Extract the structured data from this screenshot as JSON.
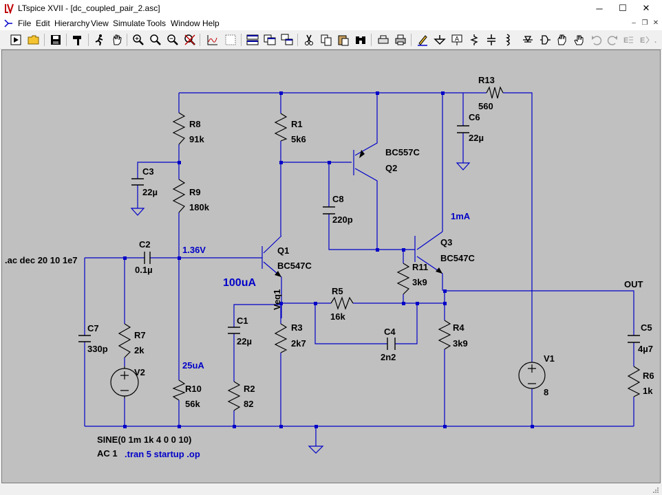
{
  "window": {
    "title": "LTspice XVII - [dc_coupled_pair_2.asc]",
    "minimize": "─",
    "maximize": "☐",
    "close": "✕"
  },
  "menu": {
    "items": [
      "File",
      "Edit",
      "Hierarchy",
      "View",
      "Simulate",
      "Tools",
      "Window",
      "Help"
    ],
    "mdi_minimize": "–",
    "mdi_restore": "❐",
    "mdi_close": "✕"
  },
  "toolbar": {
    "buttons": [
      "open-new-schematic",
      "open-file",
      "save",
      "control-panel",
      "run-simulation",
      "halt",
      "zoom-in",
      "pan",
      "zoom-out",
      "zoom-fit",
      "autorange-waveform",
      "waveform-window",
      "tile-horizontal",
      "tile-vertical",
      "cascade",
      "cut",
      "copy",
      "paste",
      "find",
      "print-setup",
      "print",
      "draw-wire",
      "ground",
      "label-net",
      "resistor",
      "capacitor",
      "inductor",
      "diode",
      "component",
      "move",
      "drag",
      "undo",
      "redo",
      "rotate",
      "mirror",
      "text",
      "spice-directive"
    ]
  },
  "schematic": {
    "colors": {
      "background": "#c0c0c0",
      "wire": "#0000c8",
      "label": "#000000",
      "net_label": "#0000c8"
    },
    "components": {
      "R1": {
        "name": "R1",
        "value": "5k6"
      },
      "R2": {
        "name": "R2",
        "value": "82"
      },
      "R3": {
        "name": "R3",
        "value": "2k7"
      },
      "R4": {
        "name": "R4",
        "value": "3k9"
      },
      "R5": {
        "name": "R5",
        "value": "16k"
      },
      "R6": {
        "name": "R6",
        "value": "1k"
      },
      "R7": {
        "name": "R7",
        "value": "2k"
      },
      "R8": {
        "name": "R8",
        "value": "91k"
      },
      "R9": {
        "name": "R9",
        "value": "180k"
      },
      "R10": {
        "name": "R10",
        "value": "56k"
      },
      "R11": {
        "name": "R11",
        "value": "3k9"
      },
      "R13": {
        "name": "R13",
        "value": "560"
      },
      "C1": {
        "name": "C1",
        "value": "22µ"
      },
      "C2": {
        "name": "C2",
        "value": "0.1µ"
      },
      "C3": {
        "name": "C3",
        "value": "22µ"
      },
      "C4": {
        "name": "C4",
        "value": "2n2"
      },
      "C5": {
        "name": "C5",
        "value": "4µ7"
      },
      "C6": {
        "name": "C6",
        "value": "22µ"
      },
      "C7": {
        "name": "C7",
        "value": "330p"
      },
      "C8": {
        "name": "C8",
        "value": "220p"
      },
      "Q1": {
        "name": "Q1",
        "value": "BC547C"
      },
      "Q2": {
        "name": "Q2",
        "value": "BC557C"
      },
      "Q3": {
        "name": "Q3",
        "value": "BC547C"
      },
      "V1": {
        "name": "V1",
        "value": "8"
      },
      "V2": {
        "name": "V2"
      }
    },
    "net_labels": {
      "veq1": "Veq1",
      "out": "OUT"
    },
    "annotations": {
      "bias_voltage": "1.36V",
      "q1_current": "100uA",
      "divider_current": "25uA",
      "q3_current": "1mA"
    },
    "directives": {
      "ac_analysis": ".ac dec 20 10 1e7",
      "source_sine": "SINE(0 1m 1k 4 0 0 10)",
      "source_ac": "AC 1",
      "tran_analysis": ".tran 5 startup .op"
    }
  }
}
